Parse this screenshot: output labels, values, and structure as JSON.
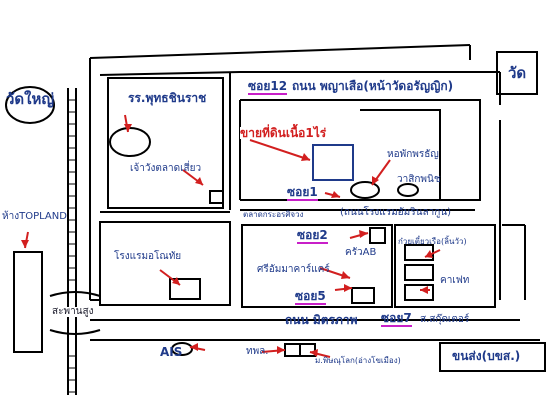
{
  "labels": {
    "wat_yai": "วัดใหญ่",
    "wat": "วัด",
    "topland": "ห้างTOPLAND",
    "school": "รร.พุทธชินราช",
    "chao_wong": "เจ้าวังตลาดเสี่ยว",
    "soi12": "ซอย12",
    "road_north": "ถนน พญาเสือ(หน้าวัดอรัญญิก)",
    "shop": "ขายที่ดินเนื้อ1ไร่",
    "hostel": "หอพักพรธัญ",
    "clinic": "วาสิกพนิช",
    "soi1": "ซอย1",
    "soi1_sub": "ตลาดกระอรศิจวง",
    "hotel_road": "(ถนนโรงแรมอัมรินลากูน)",
    "soi2": "ซอย2",
    "hotel_left": "โรงแรมอโณทัย",
    "kitchen": "ครัวAB",
    "noodle": "ก๋วยเตี๋ยวเรือ(ลิ้นวัว)",
    "sweet_shop": "ศรีอัมมาคาร์แคร์",
    "soi5": "ซอย5",
    "cafe": "คาเฟท",
    "road_main": "ถนน มิตรภาพ",
    "soi7": "ซอย7",
    "sor_sar": "ส.สกุ๊ดเตอร์",
    "bridge": "สะพานสูง",
    "ais": "AIS",
    "hospital": "ทพล.",
    "university": "ม.พิษณุโลก(อ่างโขเมือง)",
    "bus": "ขนส่ง(บขส.)"
  },
  "colors": {
    "road": "#000000",
    "arrow": "#d21f1f",
    "text_blue": "#1f3a8a",
    "soi_underline": "#c81fc8"
  }
}
